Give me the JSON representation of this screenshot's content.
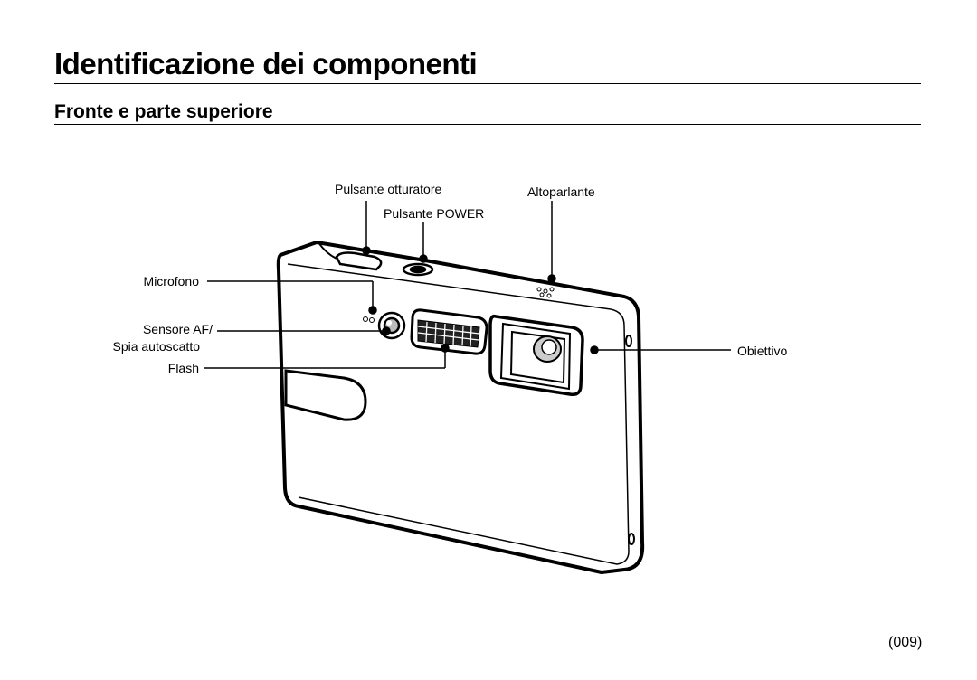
{
  "page": {
    "title": "Identificazione dei componenti",
    "subtitle": "Fronte e parte superiore",
    "page_number": "(009)"
  },
  "labels": {
    "shutter": "Pulsante otturatore",
    "speaker": "Altoparlante",
    "power": "Pulsante POWER",
    "microphone": "Microfono",
    "af_sensor_line1": "Sensore AF/",
    "af_sensor_line2": "Spia autoscatto",
    "flash": "Flash",
    "lens": "Obiettivo"
  }
}
